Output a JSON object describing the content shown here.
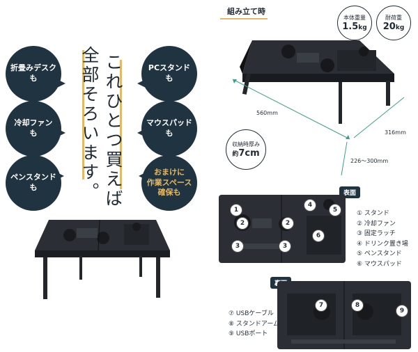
{
  "headline": "これひとつ買えば全部そろいます。",
  "headline_col1": "これひとつ買えば",
  "headline_col2": "全部そろいます。",
  "bubbles_left": [
    {
      "line1": "折畳みデスク",
      "line2": "も"
    },
    {
      "line1": "冷却ファン",
      "line2": "も"
    },
    {
      "line1": "ペンスタンド",
      "line2": "も"
    }
  ],
  "bubbles_right": [
    {
      "line1": "PCスタンド",
      "line2": "も"
    },
    {
      "line1": "マウスパッド",
      "line2": "も"
    },
    {
      "line1": "おまけに",
      "line2": "作業スペース",
      "line3": "確保も"
    }
  ],
  "assembled_title": "組み立て時",
  "weight": {
    "label": "本体重量",
    "value": "1.5",
    "unit": "kg"
  },
  "load": {
    "label": "耐荷重",
    "value": "20",
    "unit": "kg"
  },
  "dims": {
    "width": "560mm",
    "depth": "316mm",
    "height": "226〜300mm"
  },
  "storage": {
    "label": "収納時厚み",
    "prefix": "約",
    "value": "7cm"
  },
  "top_tag": "表面",
  "bottom_tag": "裏面",
  "top_legend": [
    "① スタンド",
    "② 冷却ファン",
    "③ 固定ラッチ",
    "④ ドリンク置き場",
    "⑤ ペンスタンド",
    "⑥ マウスパッド"
  ],
  "bottom_legend": [
    "⑦ USBケーブル",
    "⑧ スタンドアーム",
    "⑨ USBポート"
  ],
  "top_badges": [
    "1",
    "2",
    "3",
    "4",
    "5",
    "6",
    "2",
    "3"
  ],
  "bottom_badges": [
    "7",
    "8",
    "9"
  ],
  "colors": {
    "navy": "#1f3340",
    "gold": "#e3b866",
    "table": "#2a2e33"
  }
}
